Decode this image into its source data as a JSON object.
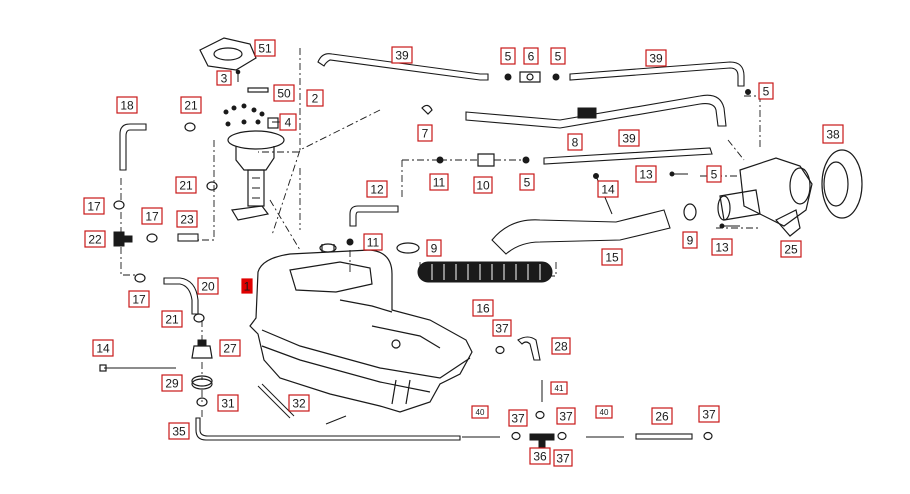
{
  "diagram": {
    "callouts": [
      {
        "id": "c51",
        "label": "51"
      },
      {
        "id": "c2",
        "label": "2"
      },
      {
        "id": "c3",
        "label": "3"
      },
      {
        "id": "c50",
        "label": "50"
      },
      {
        "id": "c4",
        "label": "4"
      },
      {
        "id": "c18",
        "label": "18"
      },
      {
        "id": "c21a",
        "label": "21"
      },
      {
        "id": "c21b",
        "label": "21"
      },
      {
        "id": "c21c",
        "label": "21"
      },
      {
        "id": "c17a",
        "label": "17"
      },
      {
        "id": "c17b",
        "label": "17"
      },
      {
        "id": "c17c",
        "label": "17"
      },
      {
        "id": "c22",
        "label": "22"
      },
      {
        "id": "c23",
        "label": "23"
      },
      {
        "id": "c20",
        "label": "20"
      },
      {
        "id": "c39a",
        "label": "39"
      },
      {
        "id": "c39b",
        "label": "39"
      },
      {
        "id": "c39c",
        "label": "39"
      },
      {
        "id": "c5a",
        "label": "5"
      },
      {
        "id": "c6",
        "label": "6"
      },
      {
        "id": "c5b",
        "label": "5"
      },
      {
        "id": "c5c",
        "label": "5"
      },
      {
        "id": "c5d",
        "label": "5"
      },
      {
        "id": "c5e",
        "label": "5"
      },
      {
        "id": "c7",
        "label": "7"
      },
      {
        "id": "c8",
        "label": "8"
      },
      {
        "id": "c38",
        "label": "38"
      },
      {
        "id": "c11a",
        "label": "11"
      },
      {
        "id": "c10",
        "label": "10"
      },
      {
        "id": "c11b",
        "label": "11"
      },
      {
        "id": "c12",
        "label": "12"
      },
      {
        "id": "c9a",
        "label": "9"
      },
      {
        "id": "c9b",
        "label": "9"
      },
      {
        "id": "c13a",
        "label": "13"
      },
      {
        "id": "c13b",
        "label": "13"
      },
      {
        "id": "c14a",
        "label": "14"
      },
      {
        "id": "c14b",
        "label": "14"
      },
      {
        "id": "c15",
        "label": "15"
      },
      {
        "id": "c16",
        "label": "16"
      },
      {
        "id": "c25",
        "label": "25"
      },
      {
        "id": "c1",
        "label": "1"
      },
      {
        "id": "c37a",
        "label": "37"
      },
      {
        "id": "c28",
        "label": "28"
      },
      {
        "id": "c27",
        "label": "27"
      },
      {
        "id": "c29",
        "label": "29"
      },
      {
        "id": "c31",
        "label": "31"
      },
      {
        "id": "c32",
        "label": "32"
      },
      {
        "id": "c35",
        "label": "35"
      },
      {
        "id": "c41",
        "label": "41"
      },
      {
        "id": "c40a",
        "label": "40"
      },
      {
        "id": "c40b",
        "label": "40"
      },
      {
        "id": "c37b",
        "label": "37"
      },
      {
        "id": "c37c",
        "label": "37"
      },
      {
        "id": "c36",
        "label": "36"
      },
      {
        "id": "c37d",
        "label": "37"
      },
      {
        "id": "c26",
        "label": "26"
      },
      {
        "id": "c37e",
        "label": "37"
      }
    ]
  }
}
